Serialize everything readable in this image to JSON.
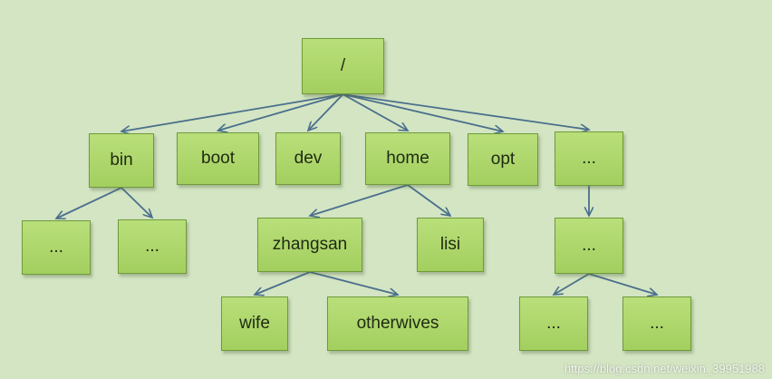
{
  "diagram": {
    "nodes": [
      {
        "id": "root",
        "label": "/"
      },
      {
        "id": "bin",
        "label": "bin"
      },
      {
        "id": "boot",
        "label": "boot"
      },
      {
        "id": "dev",
        "label": "dev"
      },
      {
        "id": "home",
        "label": "home"
      },
      {
        "id": "opt",
        "label": "opt"
      },
      {
        "id": "more1",
        "label": "..."
      },
      {
        "id": "bin-child-1",
        "label": "..."
      },
      {
        "id": "bin-child-2",
        "label": "..."
      },
      {
        "id": "zhangsan",
        "label": "zhangsan"
      },
      {
        "id": "lisi",
        "label": "lisi"
      },
      {
        "id": "more2",
        "label": "..."
      },
      {
        "id": "wife",
        "label": "wife"
      },
      {
        "id": "otherwives",
        "label": "otherwives"
      },
      {
        "id": "more3",
        "label": "..."
      },
      {
        "id": "more4",
        "label": "..."
      }
    ],
    "edges": [
      [
        "root",
        "bin"
      ],
      [
        "root",
        "boot"
      ],
      [
        "root",
        "dev"
      ],
      [
        "root",
        "home"
      ],
      [
        "root",
        "opt"
      ],
      [
        "root",
        "more1"
      ],
      [
        "bin",
        "bin-child-1"
      ],
      [
        "bin",
        "bin-child-2"
      ],
      [
        "home",
        "zhangsan"
      ],
      [
        "home",
        "lisi"
      ],
      [
        "more1",
        "more2"
      ],
      [
        "zhangsan",
        "wife"
      ],
      [
        "zhangsan",
        "otherwives"
      ],
      [
        "more2",
        "more3"
      ],
      [
        "more2",
        "more4"
      ]
    ],
    "colors": {
      "node_fill": "#a9d468",
      "node_border": "#6f9a3a",
      "edge": "#4a6f8c",
      "background": "#d3e5c3"
    }
  },
  "watermark": "https://blog.csdn.net/weixin_39951988"
}
